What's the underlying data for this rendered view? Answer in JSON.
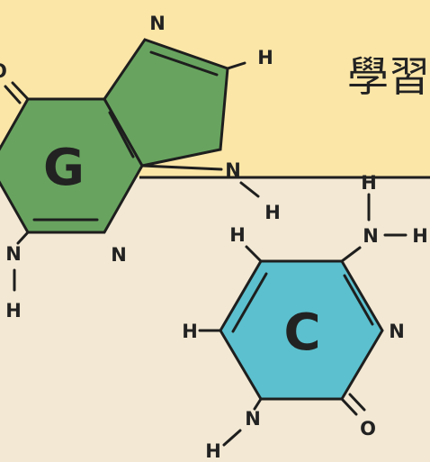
{
  "title_fragment": "學習",
  "colors": {
    "top_band": "#fbe6a7",
    "bottom_band": "#f2e8d3",
    "guanine_fill": "#68a45f",
    "cytosine_fill": "#5cc0ce",
    "outline": "#1e1e1e"
  },
  "molecules": [
    {
      "base_letter": "G",
      "base_name": "guanine",
      "atoms": {
        "o_partial": "O",
        "n_pentagon_top": "N",
        "h_pentagon": "H",
        "n_linked": "N",
        "h_linked": "H",
        "n_ring": "N",
        "n_left": "N",
        "h_left": "H"
      }
    },
    {
      "base_letter": "C",
      "base_name": "cytosine",
      "atoms": {
        "h_amino_top": "H",
        "n_amino": "N",
        "h_amino_right": "H",
        "h_ring_top": "H",
        "h_ring_left": "H",
        "n_ring_right": "N",
        "o_carbonyl": "O",
        "n_bottom": "N",
        "h_bottom": "H"
      }
    }
  ]
}
